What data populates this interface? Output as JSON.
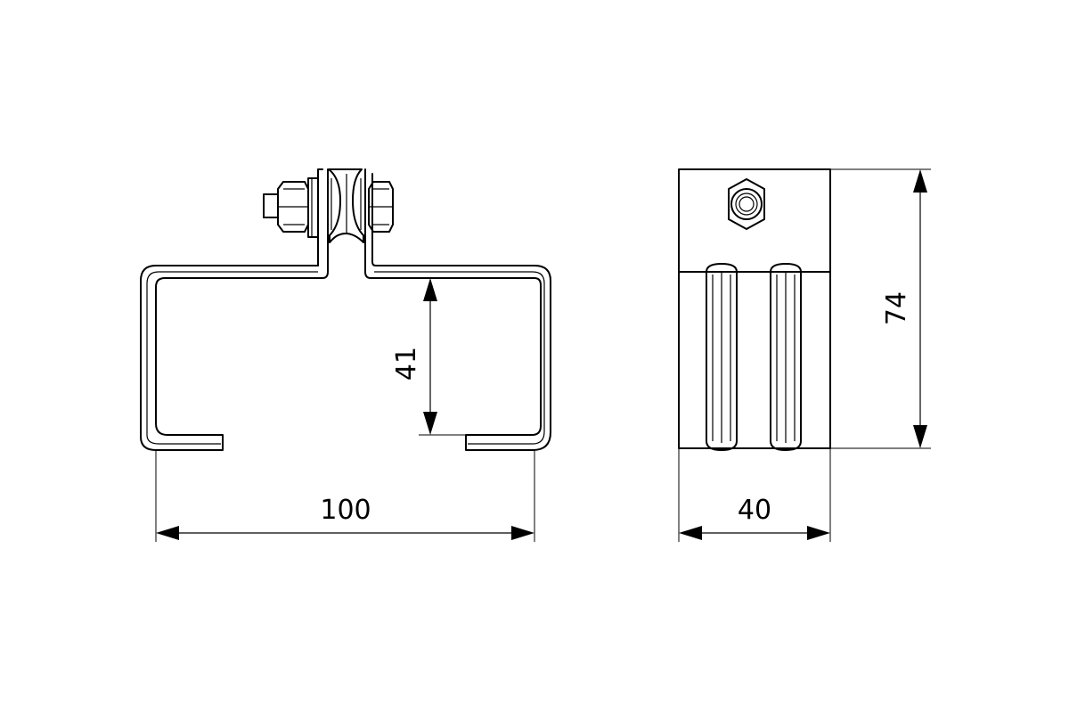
{
  "dimensions": {
    "width_side": "100",
    "inner_height": "41",
    "depth": "40",
    "total_height": "74"
  },
  "colors": {
    "line": "#000000",
    "background": "#ffffff"
  }
}
